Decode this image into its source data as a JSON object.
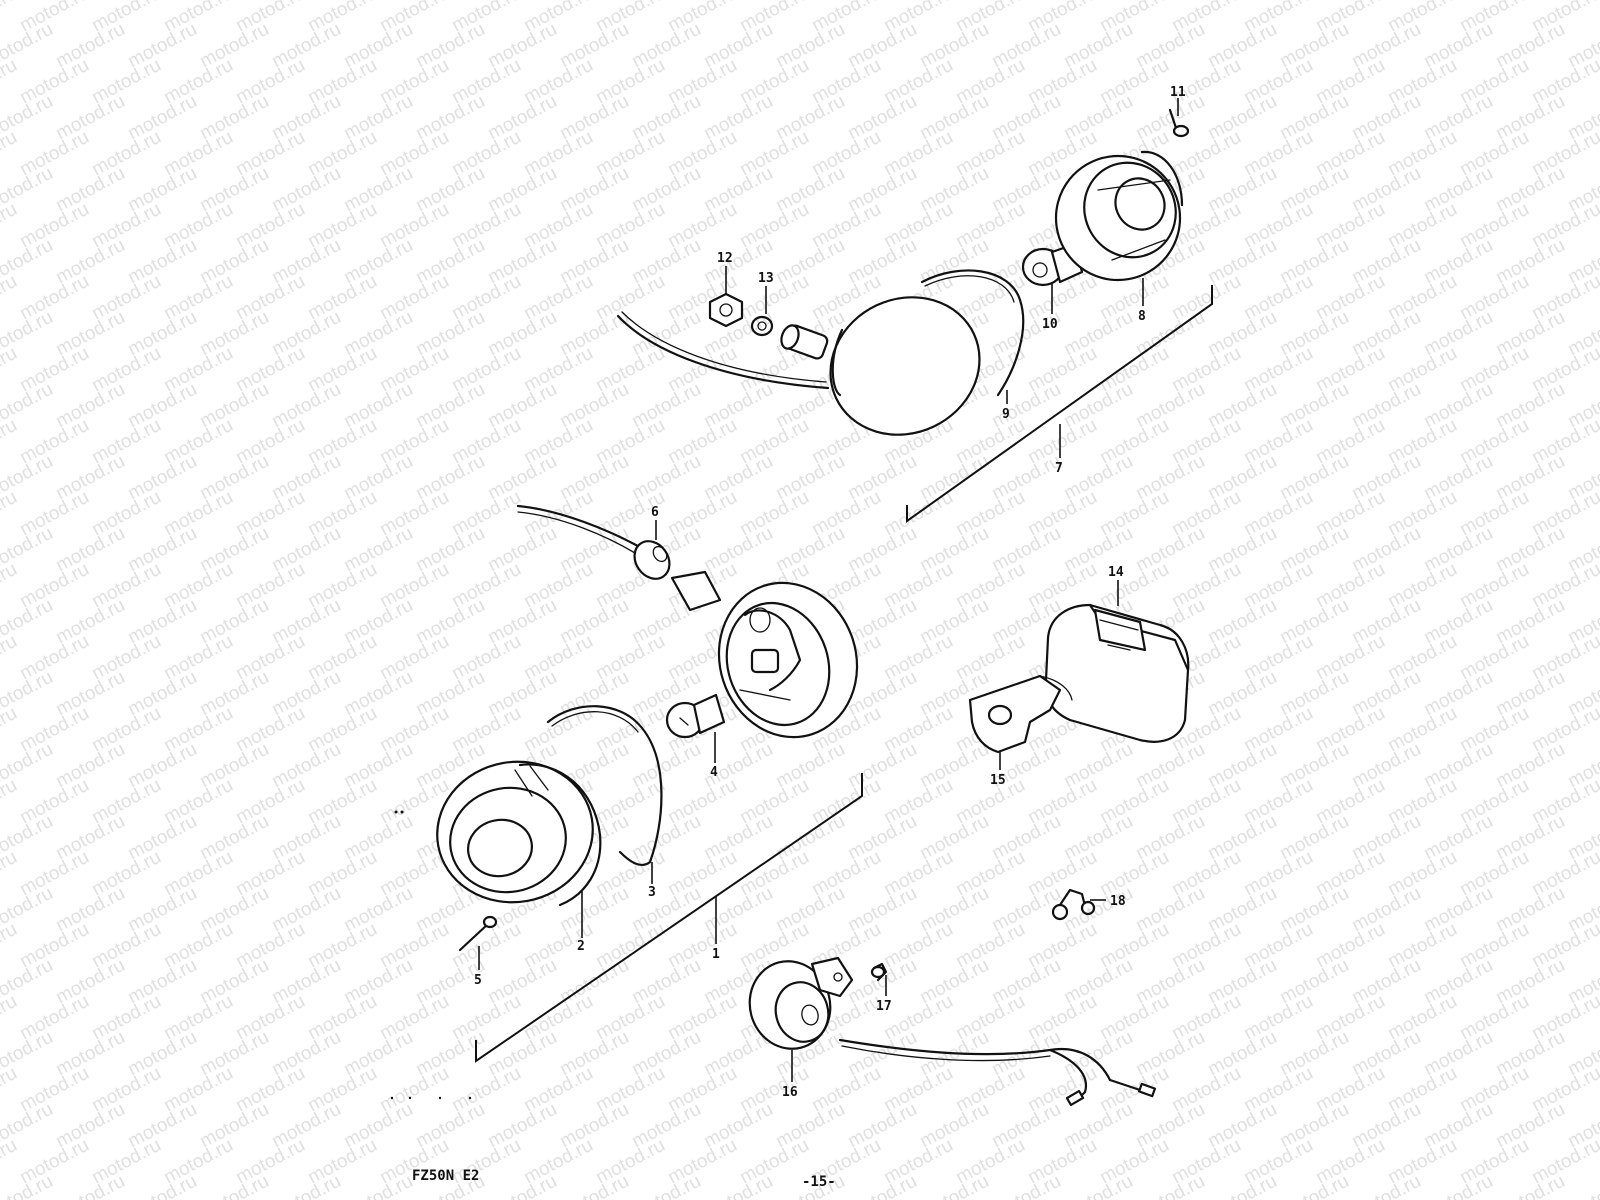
{
  "watermark": {
    "text": "motod.ru"
  },
  "callouts": [
    {
      "id": "c1",
      "label": "1"
    },
    {
      "id": "c2",
      "label": "2"
    },
    {
      "id": "c3",
      "label": "3"
    },
    {
      "id": "c4",
      "label": "4"
    },
    {
      "id": "c5",
      "label": "5"
    },
    {
      "id": "c6",
      "label": "6"
    },
    {
      "id": "c7",
      "label": "7"
    },
    {
      "id": "c8",
      "label": "8"
    },
    {
      "id": "c9",
      "label": "9"
    },
    {
      "id": "c10",
      "label": "10"
    },
    {
      "id": "c11",
      "label": "11"
    },
    {
      "id": "c12",
      "label": "12"
    },
    {
      "id": "c13",
      "label": "13"
    },
    {
      "id": "c14",
      "label": "14"
    },
    {
      "id": "c15",
      "label": "15"
    },
    {
      "id": "c16",
      "label": "16"
    },
    {
      "id": "c17",
      "label": "17"
    },
    {
      "id": "c18",
      "label": "18"
    }
  ],
  "footer": {
    "model": "FZ50N E2",
    "page": "-15-"
  }
}
